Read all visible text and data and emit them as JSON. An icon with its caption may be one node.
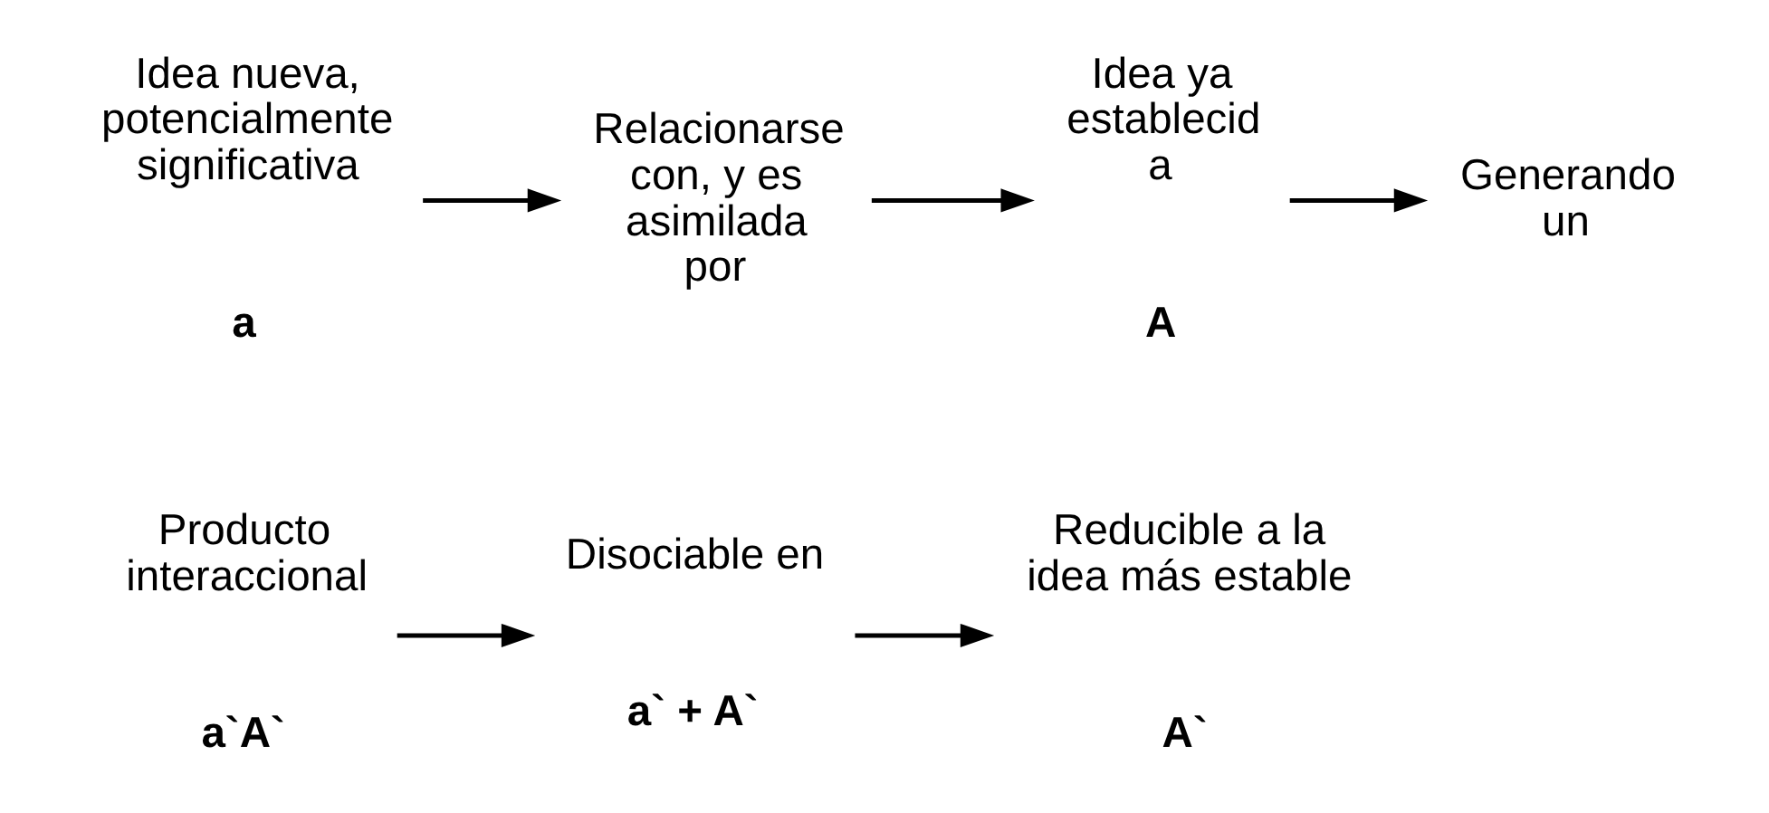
{
  "diagram": {
    "nodes": [
      {
        "text": [
          "Idea nueva, potencialmente significativa"
        ],
        "beside": [
          "a"
        ]
      },
      {
        "text": [
          "Relacionarse con, y es asimilada por"
        ]
      },
      {
        "text": [
          "Idea ya establecid a"
        ],
        "beside": [
          "A"
        ]
      },
      {
        "text": [
          "Generando un"
        ]
      },
      {
        "text": [
          "Producto interaccional"
        ],
        "beside": [
          "a`A`"
        ]
      },
      {
        "text": [
          "Disociable en"
        ],
        "beside": [
          "a` + A`"
        ]
      },
      {
        "text": [
          "Reducible a la idea más estable"
        ],
        "beside": [
          "A`"
        ]
      }
    ],
    "edges": [
      {
        "from": 0,
        "to": 1,
        "arrow": "to"
      },
      {
        "from": 1,
        "to": 2,
        "arrow": "to"
      },
      {
        "from": 2,
        "to": 3,
        "arrow": "to"
      },
      {
        "from": 4,
        "to": 5,
        "arrow": "to"
      },
      {
        "from": 5,
        "to": 6,
        "arrow": "to"
      }
    ]
  }
}
